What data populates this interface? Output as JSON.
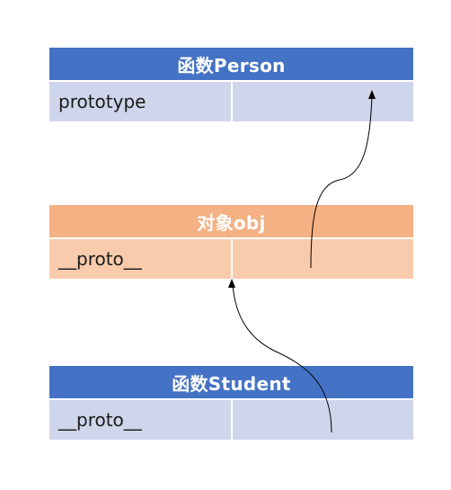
{
  "boxes": {
    "person": {
      "title": "函数Person",
      "field": "prototype",
      "value": ""
    },
    "obj": {
      "title": "对象obj",
      "field": "__proto__",
      "value": ""
    },
    "student": {
      "title": "函数Student",
      "field": "__proto__",
      "value": ""
    }
  },
  "colors": {
    "blue_header": "#4472c4",
    "blue_cell": "#cfd5ea",
    "orange_header": "#f4b183",
    "orange_cell": "#f8cbad",
    "arrow": "#000000"
  }
}
